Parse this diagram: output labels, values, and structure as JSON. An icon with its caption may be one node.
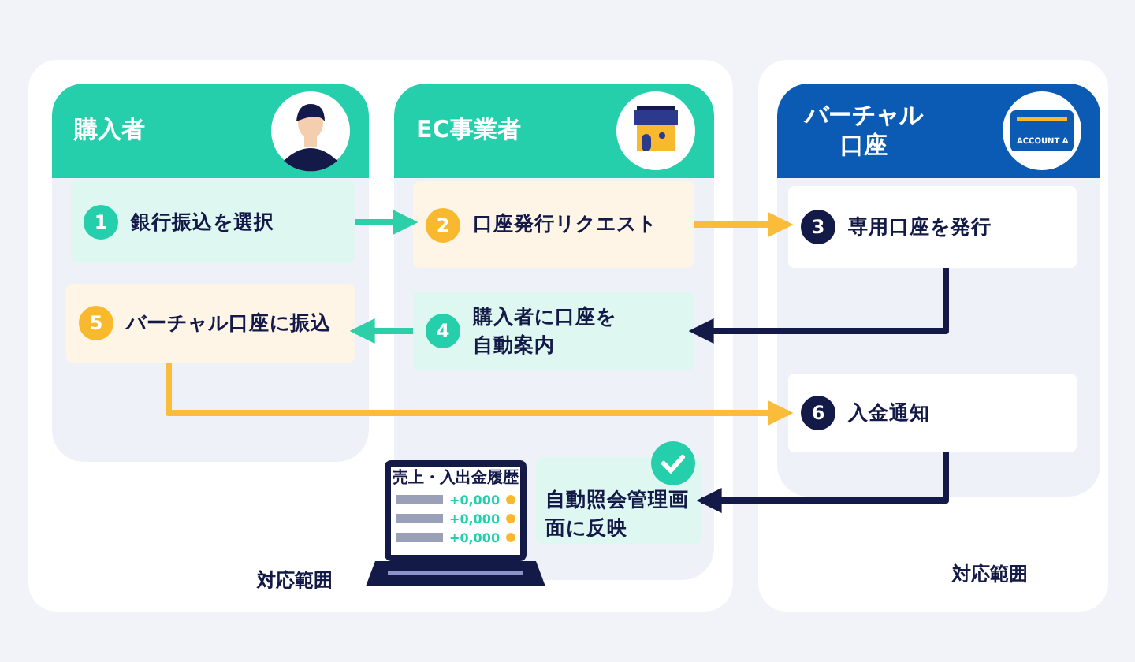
{
  "diagram": {
    "nodes": [
      {
        "text": [],
        "shape": "box"
      },
      {
        "text": [],
        "shape": "box"
      },
      {
        "text": [
          "購入者"
        ],
        "in": 0
      },
      {
        "text": [
          "EC事業者"
        ],
        "in": 0
      },
      {
        "text": [
          "バーチャル口座"
        ],
        "in": 1
      },
      {
        "text": [
          "1",
          "銀行振込を選択"
        ],
        "in": 2
      },
      {
        "text": [
          "5",
          "バーチャル口座に振込"
        ],
        "in": 2
      },
      {
        "text": [
          "2",
          "口座発行リクエスト"
        ],
        "in": 3
      },
      {
        "text": [
          "4",
          "購入者に口座を自動案内"
        ],
        "in": 3
      },
      {
        "text": [
          "3",
          "専用口座を発行"
        ],
        "in": 4
      },
      {
        "text": [
          "6",
          "入金通知"
        ],
        "in": 4
      },
      {
        "text": [
          "自動照会管理画面に反映"
        ],
        "in": 3
      }
    ],
    "edges": [
      {
        "from": 5,
        "to": 7,
        "arrow": "to",
        "color": "#2ccfa8"
      },
      {
        "from": 7,
        "to": 9,
        "arrow": "to",
        "color": "#fbbc3a"
      },
      {
        "from": 9,
        "to": 8,
        "arrow": "to",
        "color": "#141a48"
      },
      {
        "from": 8,
        "to": 6,
        "arrow": "to",
        "color": "#2ccfa8"
      },
      {
        "from": 6,
        "to": 10,
        "arrow": "to",
        "color": "#fbbc3a"
      },
      {
        "from": 10,
        "to": 11,
        "arrow": "to",
        "color": "#141a48"
      }
    ],
    "labels": [
      "ACCOUNT A",
      "売上・入出金履歴",
      "+0,000",
      "+0,000",
      "+0,000",
      "対応範囲",
      "対応範囲"
    ]
  }
}
